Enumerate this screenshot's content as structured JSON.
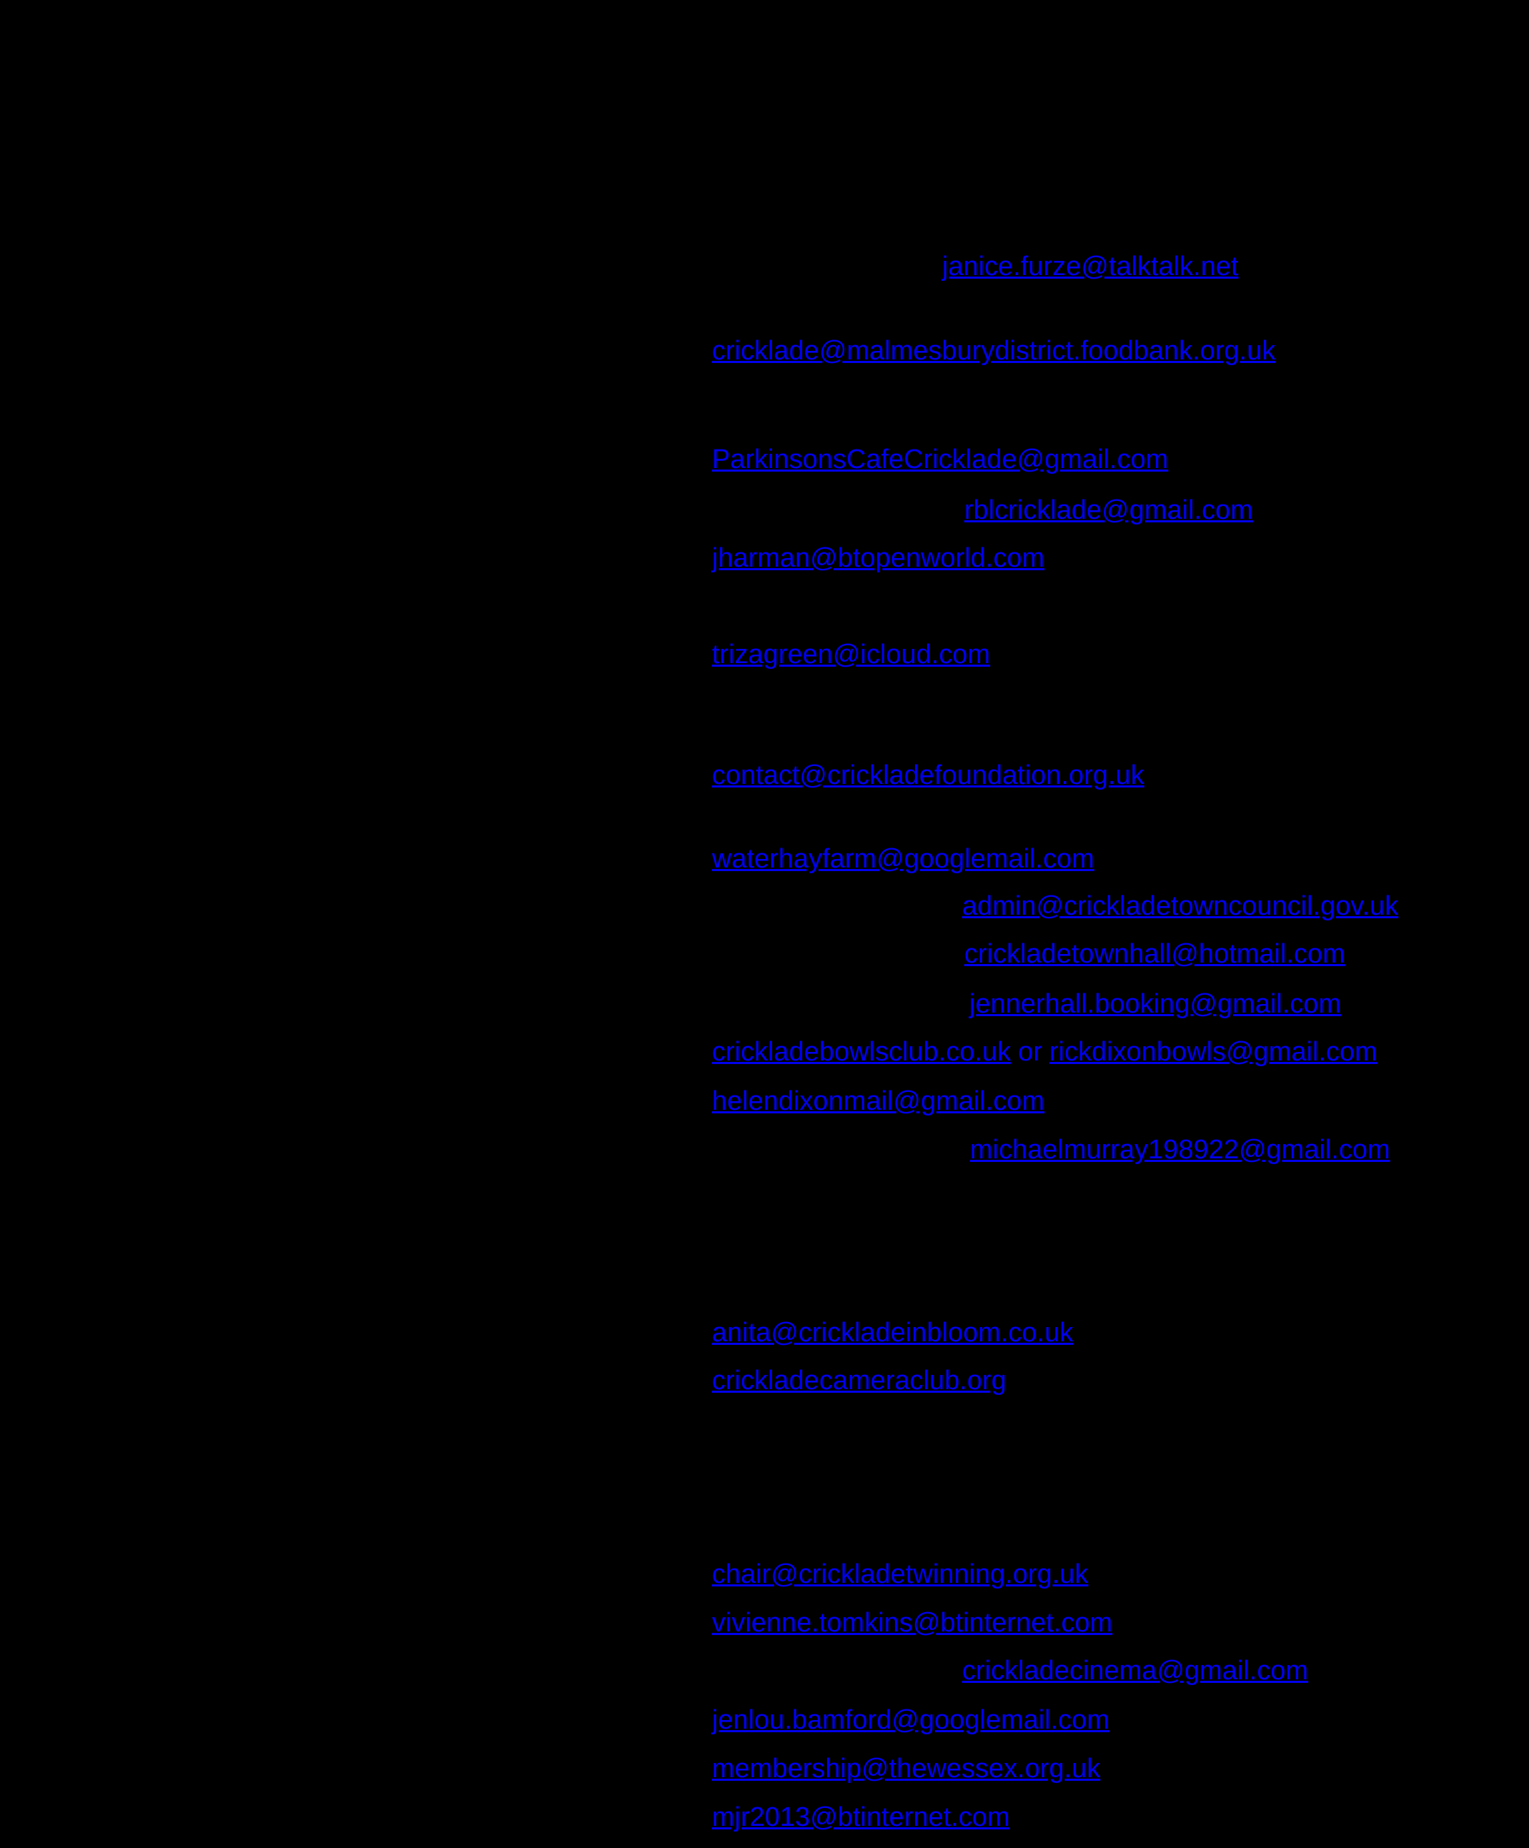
{
  "page": {
    "background_color": "#000000",
    "link_color": "#0000EE"
  },
  "links_connector": "or",
  "links": [
    {
      "text": "janice.furze@talktalk.net"
    },
    {
      "text": "cricklade@malmesburydistrict.foodbank.org.uk"
    },
    {
      "text": "ParkinsonsCafeCricklade@gmail.com"
    },
    {
      "text": "rblcricklade@gmail.com"
    },
    {
      "text": "jharman@btopenworld.com"
    },
    {
      "text": "trizagreen@icloud.com"
    },
    {
      "text": "contact@crickladefoundation.org.uk"
    },
    {
      "text": "waterhayfarm@googlemail.com"
    },
    {
      "text": "admin@crickladetowncouncil.gov.uk"
    },
    {
      "text": "crickladetownhall@hotmail.com"
    },
    {
      "text": "jennerhall.booking@gmail.com"
    },
    {
      "text": "crickladebowlsclub.co.uk"
    },
    {
      "text": "rickdixonbowls@gmail.com"
    },
    {
      "text": "helendixonmail@gmail.com"
    },
    {
      "text": "michaelmurray198922@gmail.com"
    },
    {
      "text": "anita@crickladeinbloom.co.uk"
    },
    {
      "text": "crickladecameraclub.org"
    },
    {
      "text": "chair@crickladetwinning.org.uk"
    },
    {
      "text": "vivienne.tomkins@btinternet.com"
    },
    {
      "text": "crickladecinema@gmail.com"
    },
    {
      "text": "jenlou.bamford@googlemail.com"
    },
    {
      "text": "membership@thewessex.org.uk"
    },
    {
      "text": "mjr2013@btinternet.com"
    }
  ]
}
